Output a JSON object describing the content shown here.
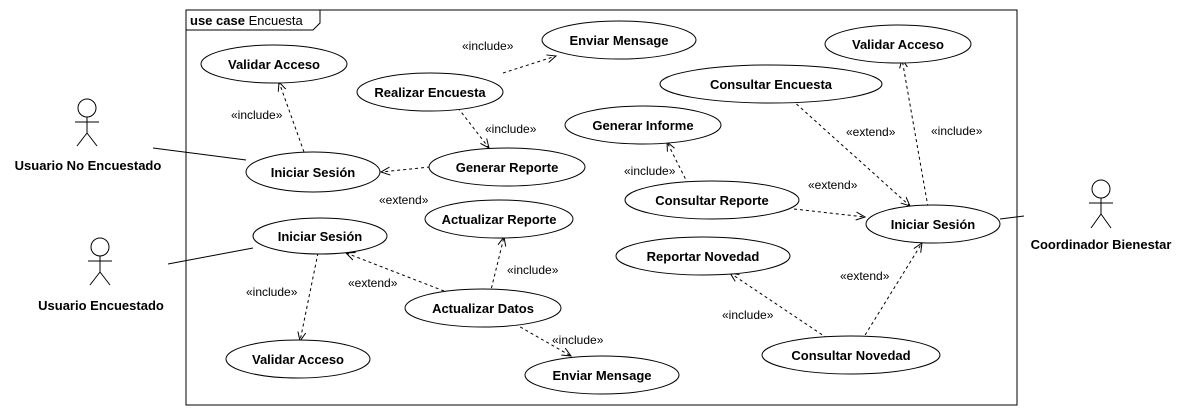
{
  "frame": {
    "keyword": "use case",
    "name": "Encuesta"
  },
  "actors": {
    "usuario_no_encuestado": "Usuario No Encuestado",
    "usuario_encuestado": "Usuario Encuestado",
    "coordinador_bienestar": "Coordinador Bienestar"
  },
  "use_cases": {
    "validar_acceso_1": "Validar Acceso",
    "realizar_encuesta": "Realizar Encuesta",
    "enviar_mensage_1": "Enviar Mensage",
    "iniciar_sesion_1": "Iniciar Sesión",
    "generar_reporte": "Generar Reporte",
    "actualizar_reporte": "Actualizar Reporte",
    "iniciar_sesion_2": "Iniciar Sesión",
    "actualizar_datos": "Actualizar Datos",
    "validar_acceso_2": "Validar Acceso",
    "enviar_mensage_2": "Enviar Mensage",
    "validar_acceso_3": "Validar Acceso",
    "consultar_encuesta": "Consultar Encuesta",
    "generar_informe": "Generar Informe",
    "consultar_reporte": "Consultar Reporte",
    "iniciar_sesion_3": "Iniciar Sesión",
    "reportar_novedad": "Reportar Novedad",
    "consultar_novedad": "Consultar Novedad"
  },
  "relations": {
    "include": "«include»",
    "extend": "«extend»"
  }
}
